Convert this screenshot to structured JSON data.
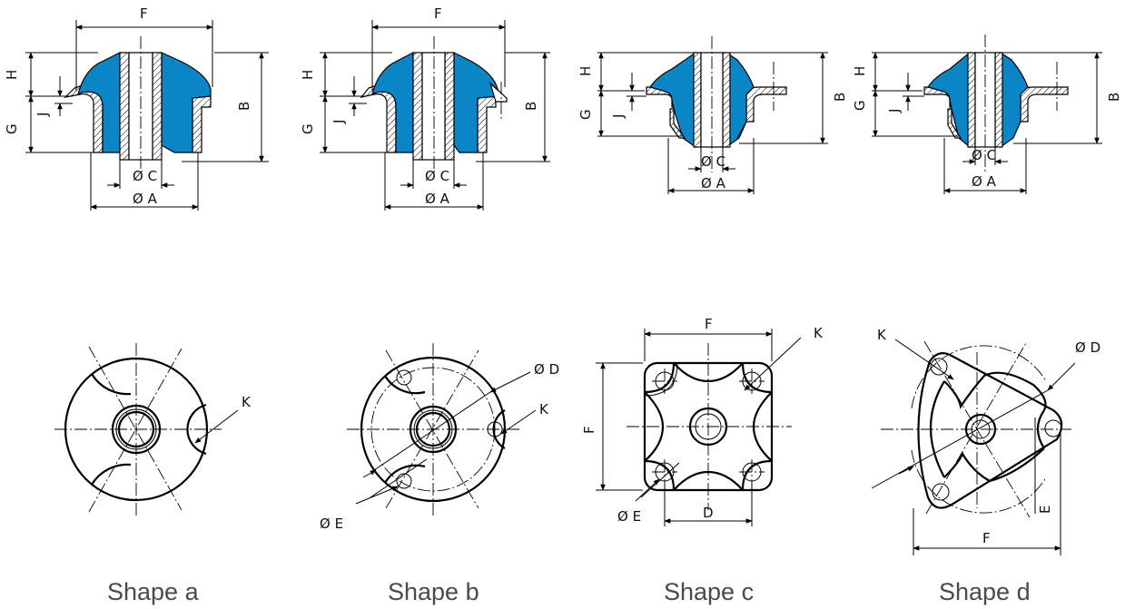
{
  "shapes": [
    {
      "caption": "Shape a",
      "section_labels": {
        "F": "F",
        "H": "H",
        "G": "G",
        "J": "J",
        "B": "B",
        "C": "Ø C",
        "A": "Ø A"
      },
      "plan_labels": {
        "K": "K"
      }
    },
    {
      "caption": "Shape b",
      "section_labels": {
        "F": "F",
        "H": "H",
        "G": "G",
        "J": "J",
        "B": "B",
        "C": "Ø C",
        "A": "Ø A"
      },
      "plan_labels": {
        "D": "Ø D",
        "K": "K",
        "E": "Ø E"
      }
    },
    {
      "caption": "Shape c",
      "section_labels": {
        "H": "H",
        "G": "G",
        "J": "J",
        "B": "B",
        "C": "Ø C",
        "A": "Ø A"
      },
      "plan_labels": {
        "F_top": "F",
        "F_side": "F",
        "K": "K",
        "E": "Ø E",
        "D": "D"
      }
    },
    {
      "caption": "Shape d",
      "section_labels": {
        "H": "H",
        "G": "G",
        "J": "J",
        "B": "B",
        "C": "Ø C",
        "A": "Ø A"
      },
      "plan_labels": {
        "K": "K",
        "D": "Ø D",
        "E": "E",
        "F": "F"
      }
    }
  ],
  "colors": {
    "rubber": "#0a86c6",
    "lines": "#000000",
    "caption": "#4a4a4a"
  }
}
